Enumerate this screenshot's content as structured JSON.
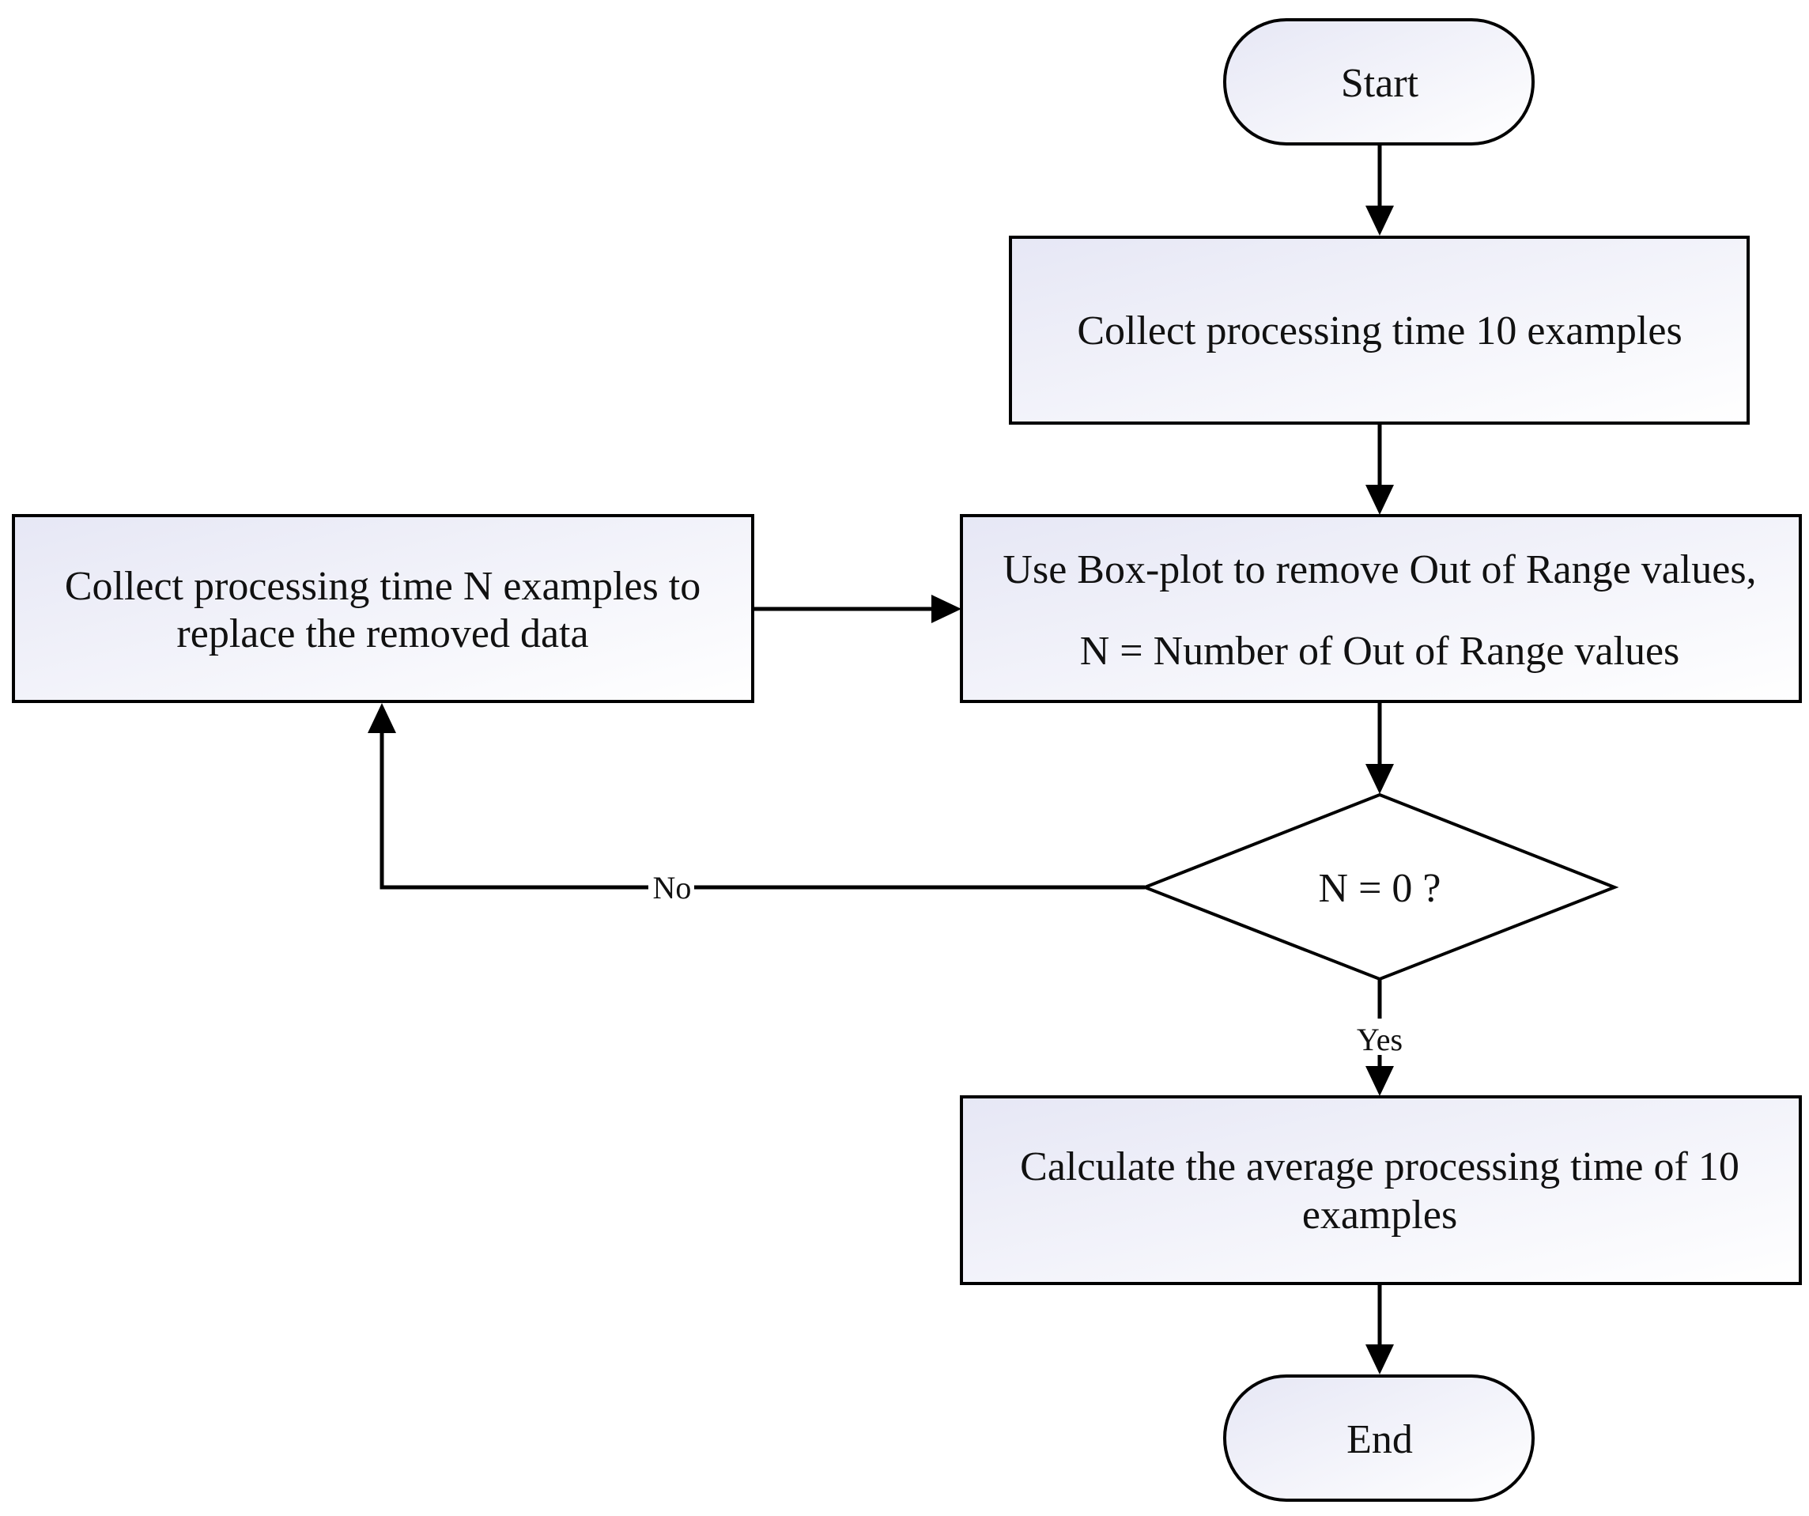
{
  "nodes": {
    "start": {
      "label": "Start"
    },
    "collect10": {
      "label": "Collect processing time 10 examples"
    },
    "boxplot": {
      "line1": "Use Box-plot to remove Out of Range values,",
      "line2": "N = Number of Out of Range values"
    },
    "collectN": {
      "line1": "Collect processing time N examples to",
      "line2": "replace the removed data"
    },
    "decision": {
      "label": "N = 0 ?"
    },
    "average": {
      "line1": "Calculate the average processing time of 10",
      "line2": "examples"
    },
    "end": {
      "label": "End"
    }
  },
  "edges": {
    "no_label": "No",
    "yes_label": "Yes"
  },
  "colors": {
    "stroke": "#000000",
    "fill_light": "#ffffff",
    "fill_tint": "#e9eaf6"
  }
}
